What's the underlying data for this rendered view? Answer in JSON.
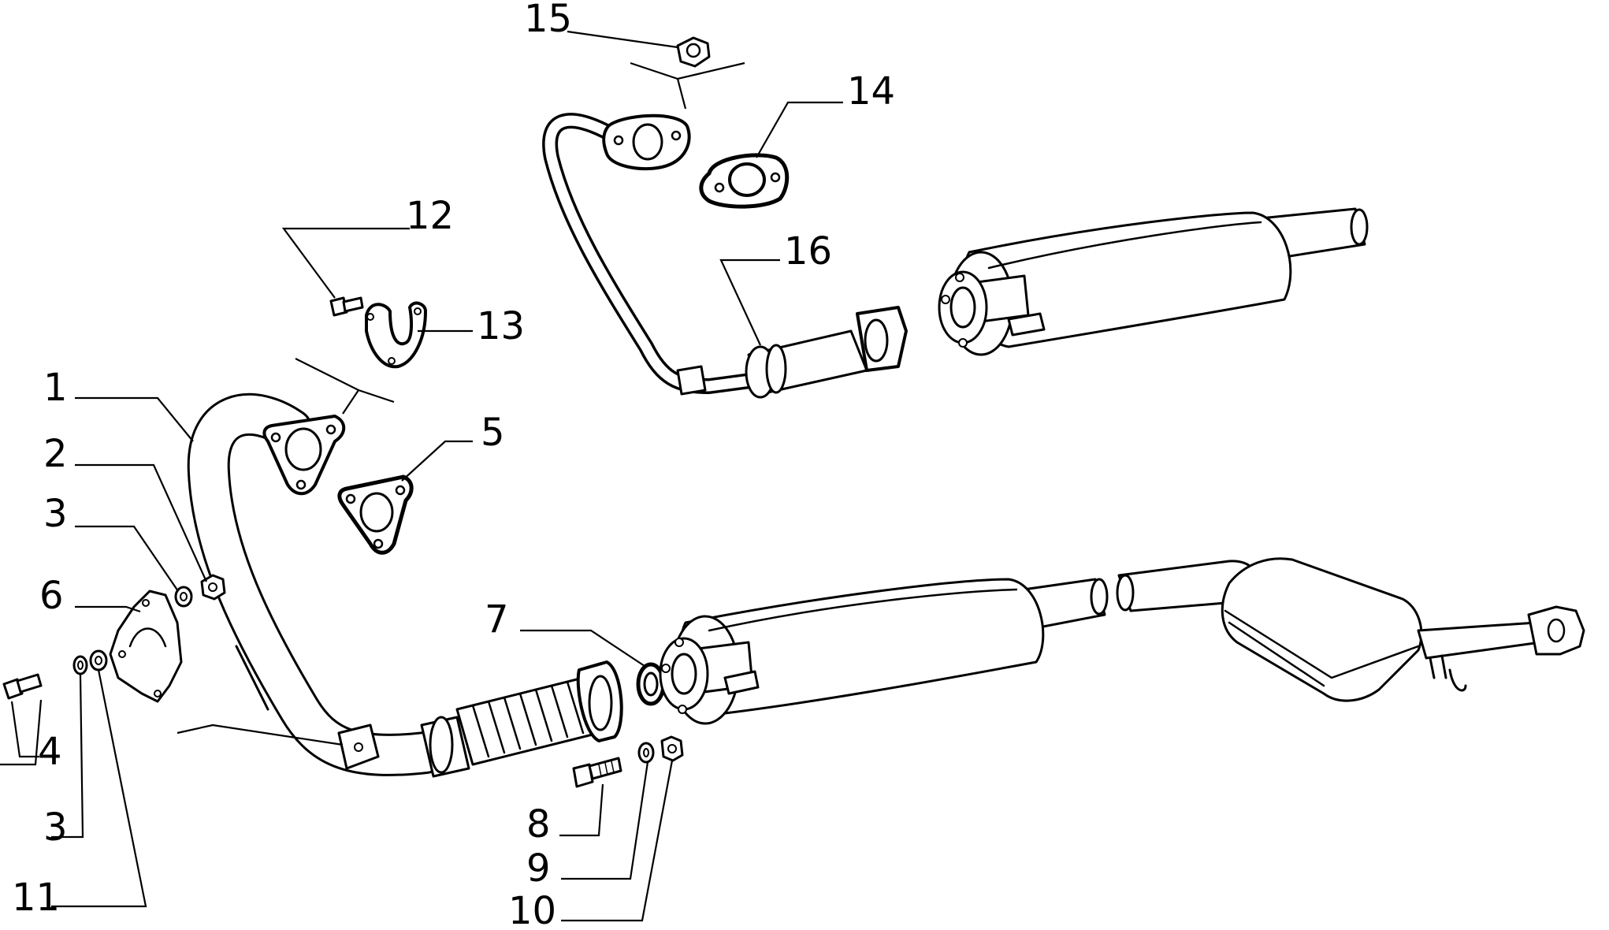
{
  "labels": {
    "l1": "1",
    "l2": "2",
    "l3a": "3",
    "l3b": "3",
    "l4": "4",
    "l5": "5",
    "l6": "6",
    "l7": "7",
    "l8": "8",
    "l9": "9",
    "l10": "10",
    "l11": "11",
    "l12": "12",
    "l13": "13",
    "l14": "14",
    "l15": "15",
    "l16": "16"
  },
  "colors": {
    "line": "#000000",
    "background": "#ffffff"
  }
}
